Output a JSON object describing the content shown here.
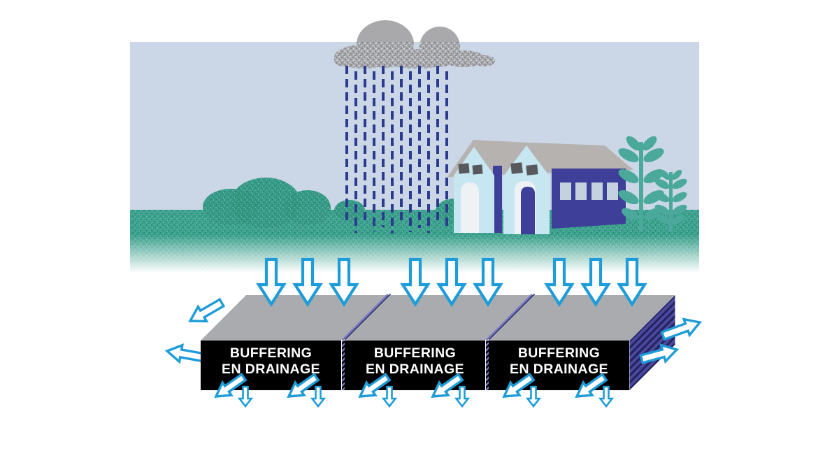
{
  "infographic": {
    "blocks": [
      {
        "line1": "BUFFERING",
        "line2": "EN DRAINAGE"
      },
      {
        "line1": "BUFFERING",
        "line2": "EN DRAINAGE"
      },
      {
        "line1": "BUFFERING",
        "line2": "EN DRAINAGE"
      }
    ]
  },
  "colors": {
    "sky": "#cbd7e7",
    "cloud_gray": "#a9a9ab",
    "rain_navy": "#2c3a8f",
    "grass_teal": "#3fa38f",
    "bush_teal": "#2f8d7c",
    "plant_teal": "#4aa99b",
    "house_blue": "#c6e6f1",
    "roof_gray": "#b5b2af",
    "window_gray": "#58595c",
    "window_light": "#c6d1e0",
    "door_white": "#eef2f5",
    "building_navy": "#3d3f99",
    "slab_gray": "#a9abae",
    "slab_black": "#000000",
    "divider_light": "#7a77c1",
    "divider_dark": "#2b2b6e",
    "arrow_blue": "#1e9cd9",
    "label_white": "#ffffff"
  },
  "icons": {
    "cloud": "rain-cloud-icon",
    "rain": "rainfall-icon",
    "houses": "house-icon",
    "warehouse": "warehouse-icon",
    "plants": "plant-icon",
    "inflow": "inflow-arrow-icon",
    "outflow": "outflow-arrow-icon",
    "drain": "drain-arrow-icon"
  }
}
